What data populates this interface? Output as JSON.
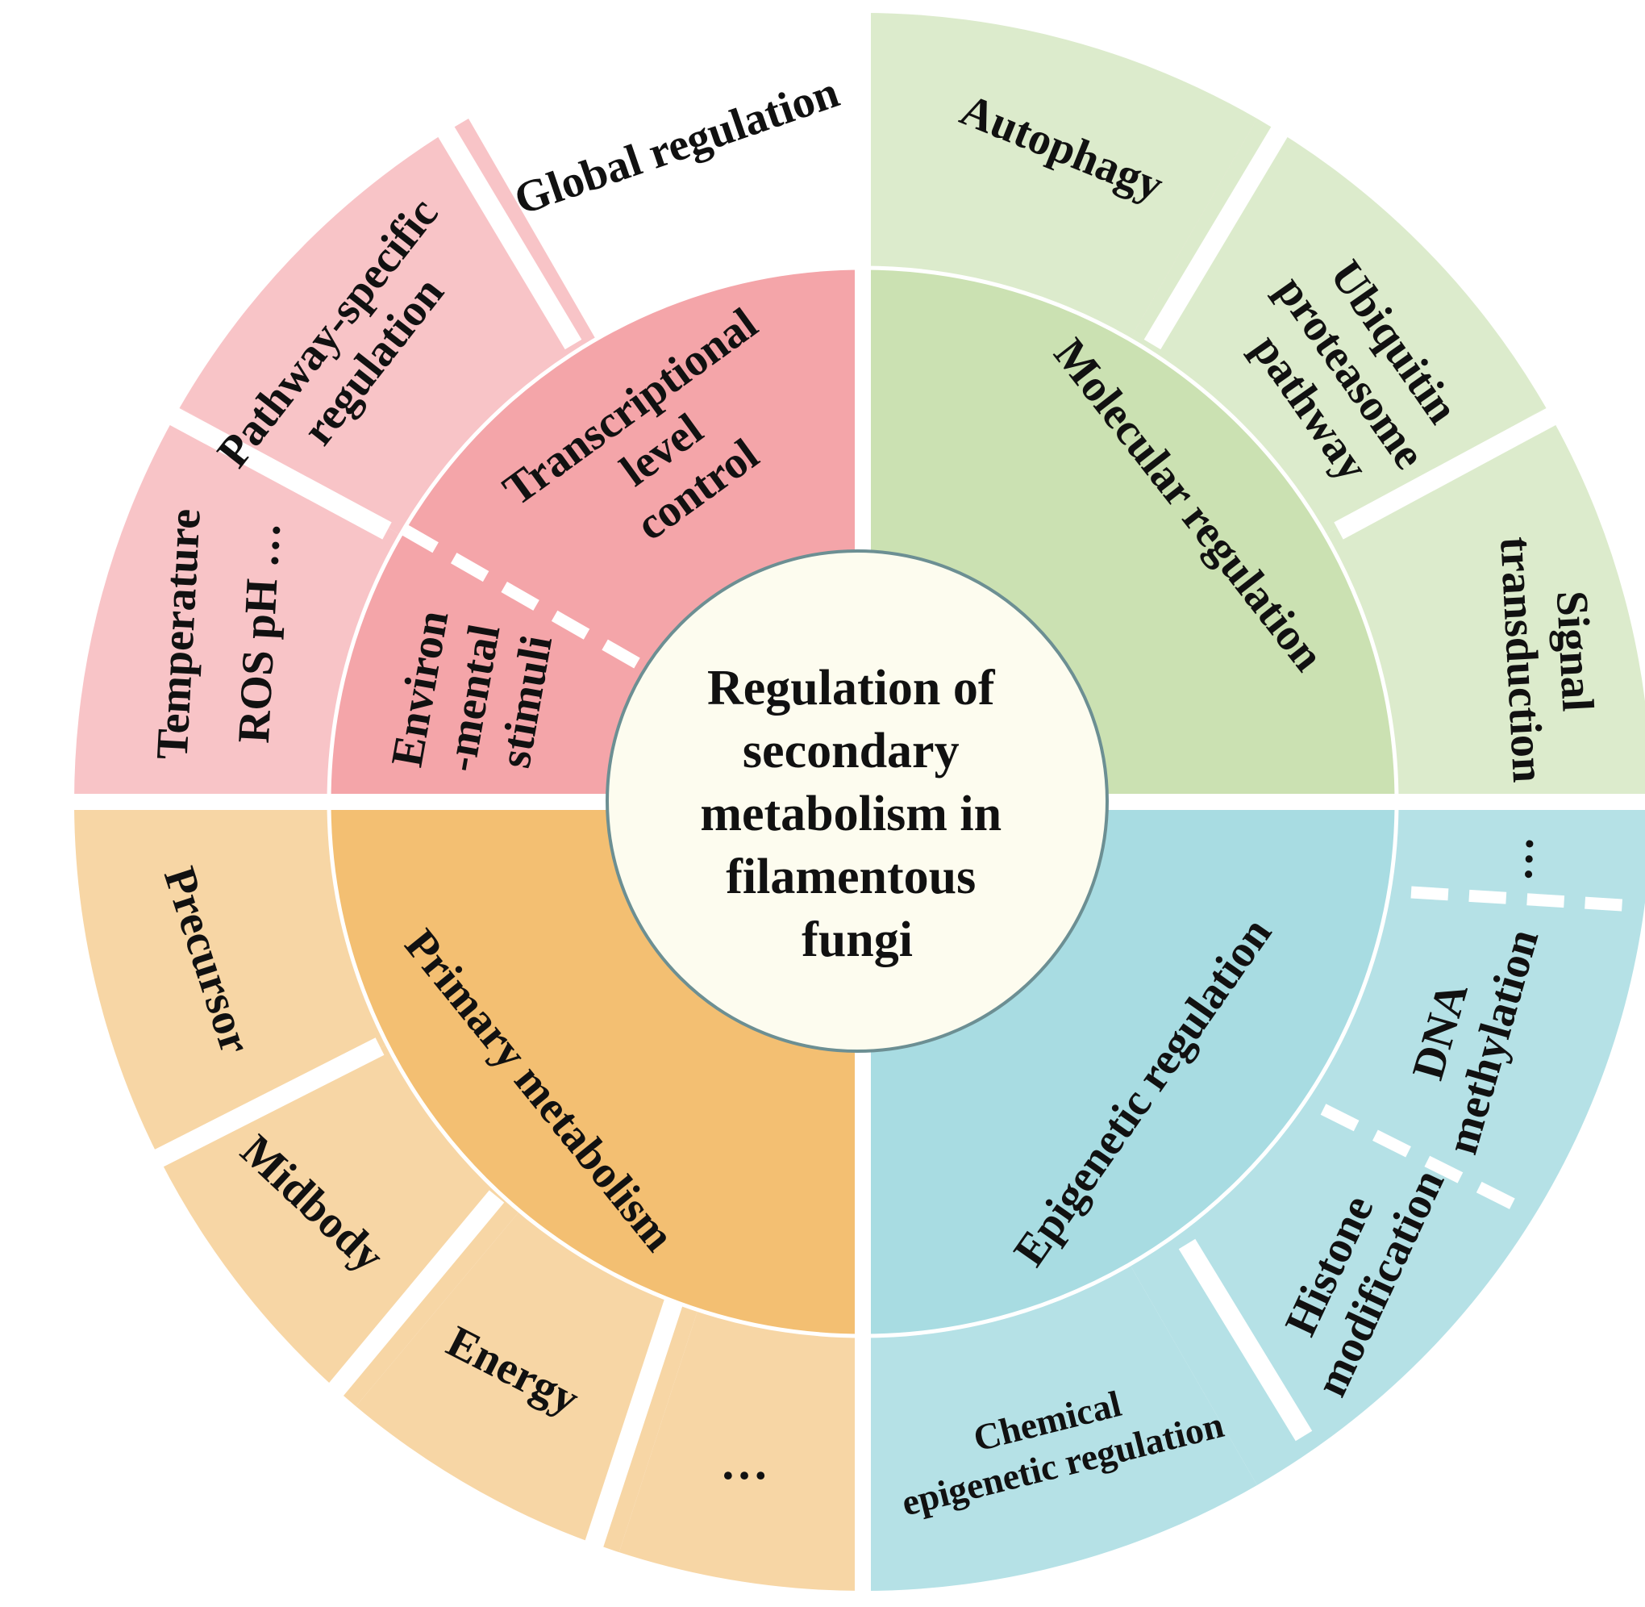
{
  "center": {
    "lines": [
      "Regulation of",
      "secondary",
      "metabolism in",
      "filamentous",
      "fungi"
    ]
  },
  "quadrants": {
    "transcriptional": {
      "label_lines": [
        "Transcriptional",
        "level",
        "control"
      ],
      "environmental_lines": [
        "Environ",
        "-mental",
        "stimuli"
      ],
      "outer": {
        "global": "Global regulation",
        "pathway_lines": [
          "Pathway-specific",
          "regulation"
        ],
        "stimuli_lines": [
          "Temperature",
          "ROS  pH  …"
        ]
      }
    },
    "molecular": {
      "label": "Molecular regulation",
      "outer": {
        "autophagy": "Autophagy",
        "ubiquitin_lines": [
          "Ubiquitin",
          "proteasome",
          "pathway"
        ],
        "signal_lines": [
          "Signal",
          "transduction"
        ]
      }
    },
    "epigenetic": {
      "label": "Epigenetic regulation",
      "outer": {
        "chemical_lines": [
          "Chemical",
          "epigenetic regulation"
        ],
        "histone_lines": [
          "Histone",
          "modification"
        ],
        "dna_lines": [
          "DNA",
          "methylation"
        ],
        "more": "…"
      }
    },
    "primary": {
      "label": "Primary metabolism",
      "outer": {
        "precursor": "Precursor",
        "midbody": "Midbody",
        "energy": "Energy",
        "more": "…"
      }
    }
  },
  "colors": {
    "pink_inner": "#f4a5a9",
    "pink_outer": "#f8c4c7",
    "green_inner": "#cbe1b2",
    "green_outer": "#dcebcc",
    "blue_inner": "#a8dce2",
    "blue_outer": "#b5e1e6",
    "orange_inner": "#f3bf72",
    "orange_outer": "#f7d6a5",
    "center_fill": "#fdfcef",
    "center_stroke": "#6c8f93"
  }
}
